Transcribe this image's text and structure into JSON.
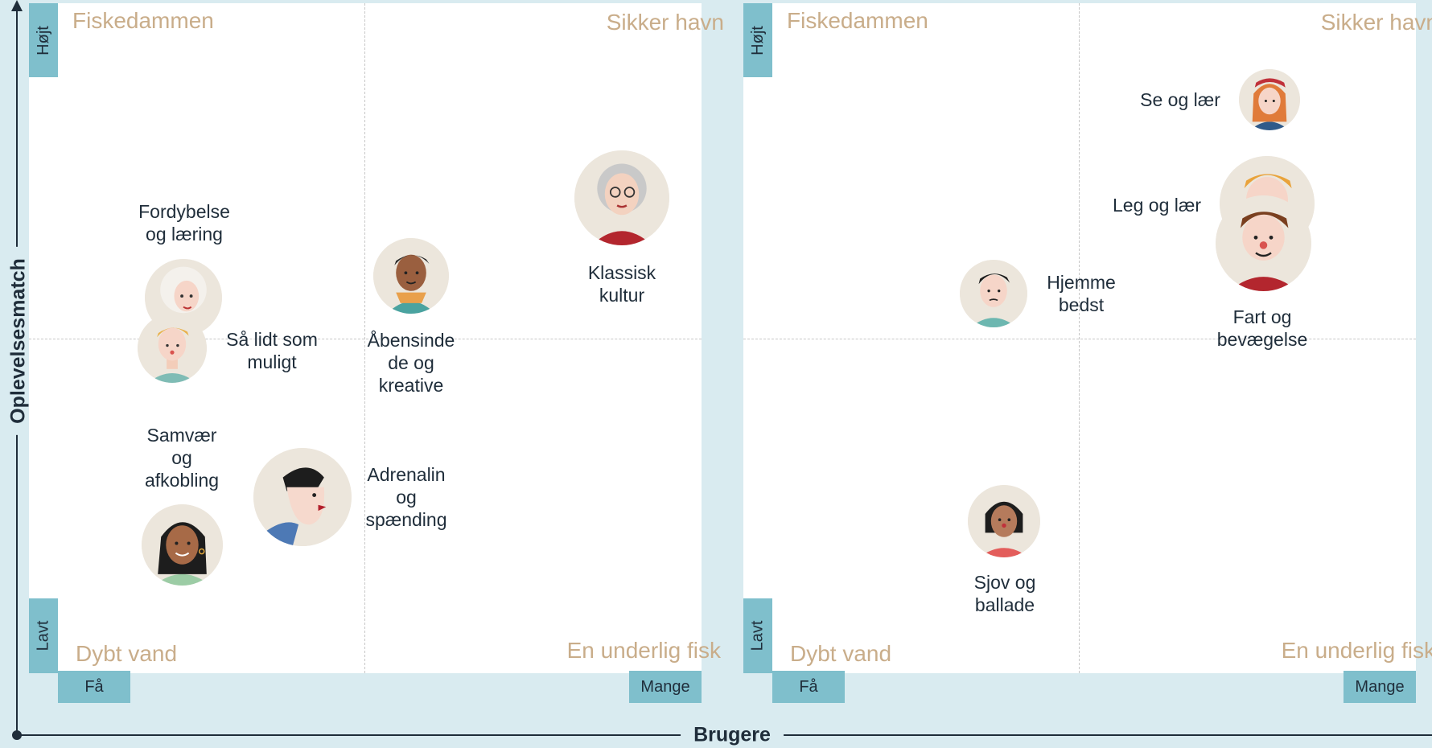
{
  "axes": {
    "y_title": "Oplevelsesmatch",
    "x_title": "Brugere"
  },
  "panels": [
    {
      "tags": {
        "high": "Højt",
        "low": "Lavt",
        "few": "Få",
        "many": "Mange"
      },
      "quadrants": {
        "top_left": "Fiskedammen",
        "top_right": "Sikker havn",
        "bottom_left": "Dybt vand",
        "bottom_right": "En underlig fisk"
      },
      "segments": [
        {
          "label": "Fordybelse\nog læring"
        },
        {
          "label": "Så lidt som\nmuligt"
        },
        {
          "label": "Åbensinde\nde og\nkreative"
        },
        {
          "label": "Klassisk\nkultur"
        },
        {
          "label": "Samvær\nog\nafkobling"
        },
        {
          "label": "Adrenalin\nog\nspænding"
        }
      ]
    },
    {
      "tags": {
        "high": "Højt",
        "low": "Lavt",
        "few": "Få",
        "many": "Mange"
      },
      "quadrants": {
        "top_left": "Fiskedammen",
        "top_right": "Sikker havn",
        "bottom_left": "Dybt vand",
        "bottom_right": "En underlig fisk"
      },
      "segments": [
        {
          "label": "Se og lær"
        },
        {
          "label": "Leg og lær"
        },
        {
          "label": "Hjemme\nbedst"
        },
        {
          "label": "Fart og\nbevægelse"
        },
        {
          "label": "Sjov og\nballade"
        }
      ]
    }
  ]
}
